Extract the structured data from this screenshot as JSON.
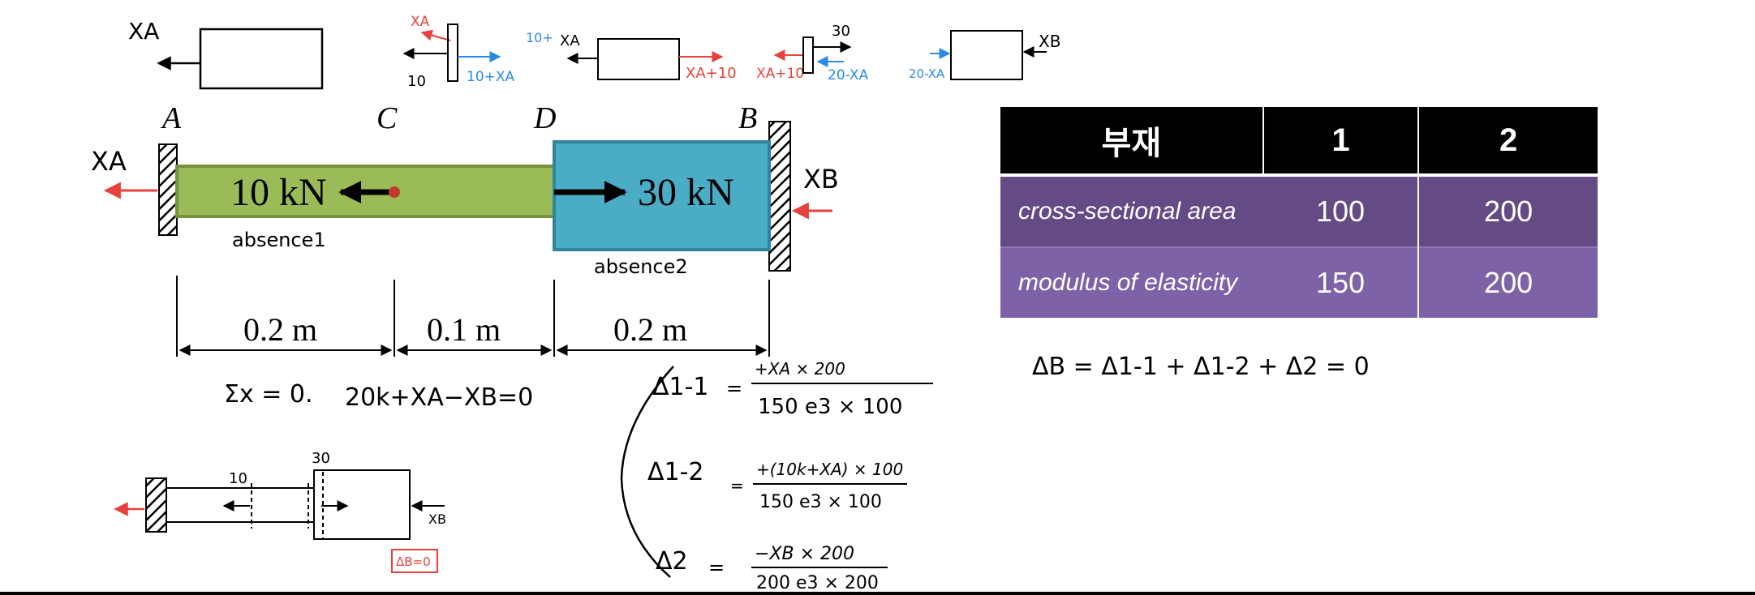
{
  "colors": {
    "member1": "#9bbb59",
    "member2": "#4bacc6",
    "force_red": "#e8413c",
    "force_blue": "#2b8ae8",
    "table_header": "#000000",
    "table_row1": "#654b86",
    "table_row2": "#7e62a8"
  },
  "diagram": {
    "points": {
      "A": "A",
      "C": "C",
      "D": "D",
      "B": "B"
    },
    "reactions": {
      "xa": "XA",
      "xb": "XB"
    },
    "loads": {
      "c": "10 kN",
      "d": "30 kN"
    },
    "members": {
      "m1": "absence1",
      "m2": "absence2"
    },
    "dims": [
      "0.2 m",
      "0.1 m",
      "0.2 m"
    ]
  },
  "fbd": {
    "xa_label": "XA",
    "c_red": "XA",
    "c_left": "10",
    "c_blue": "10+XA",
    "blue_10": "10+",
    "blue_xa": "XA",
    "seg1_right": "XA+10",
    "d_left": "XA+10",
    "d_top": "30",
    "d_blue": "20-XA",
    "b_left": "20-XA",
    "b_right": "XB"
  },
  "table": {
    "headers": [
      "부재",
      "1",
      "2"
    ],
    "rows": [
      [
        "cross-sectional area",
        "100",
        "200"
      ],
      [
        "modulus of elasticity",
        "150",
        "200"
      ]
    ]
  },
  "equations": {
    "equilibrium_a": "Σx = 0.",
    "equilibrium_b": "20k+XA−XB=0",
    "compat": "ΔB = Δ1-1 + Δ1-2 + Δ2 = 0",
    "d11": "Δ1-1",
    "d11_num": "+XA × 200",
    "d11_den": "150 e3 × 100",
    "d12": "Δ1-2",
    "d12_num": "+(10k+XA) × 100",
    "d12_den": "150 e3 × 100",
    "d2": "Δ2",
    "d2_num": "−XB × 200",
    "d2_den": "200 e3 × 200"
  },
  "sketch": {
    "label_10": "10",
    "label_30": "30",
    "label_xb": "XB",
    "delta_box": "ΔB=0"
  }
}
